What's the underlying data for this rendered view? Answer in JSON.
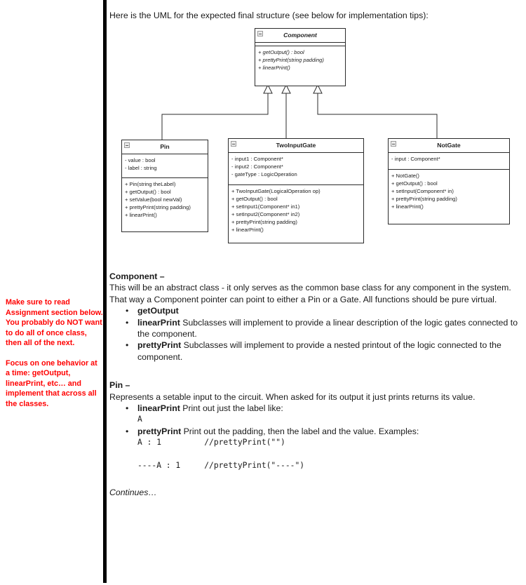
{
  "glyphs": {
    "bullet": "•",
    "collapse": "−"
  },
  "intro": "Here is the UML for the expected final structure (see below for implementation tips):",
  "margin_notes": {
    "color": "#FF0000",
    "note1": "Make sure to read Assignment section below. You probably do NOT want to do all of once class, then all of the next.",
    "note2": "Focus on one behavior at a time: getOutput, linearPrint, etc… and implement that across all the classes."
  },
  "uml": {
    "classes": [
      {
        "name": "Component",
        "attributes": [],
        "methods": [
          "+ getOutput() : bool",
          "+ prettyPrint(string padding)",
          "+ linearPrint()"
        ]
      },
      {
        "name": "Pin",
        "attributes": [
          "- value : bool",
          "- label : string"
        ],
        "methods": [
          "+ Pin(string theLabel)",
          "+ getOutput() : bool",
          "+ setValue(bool newVal)",
          "+ prettyPrint(string padding)",
          "+ linearPrint()"
        ]
      },
      {
        "name": "TwoInputGate",
        "attributes": [
          "- input1 : Component*",
          "- input2 : Component*",
          "- gateType : LogicOperation"
        ],
        "methods": [
          "+ TwoInputGate(LogicalOperation op)",
          "+ getOutput() : bool",
          "+ setInput1(Component* in1)",
          "+ setInput2(Component* in2)",
          "+ prettyPrint(string padding)",
          "+ linearPrint()"
        ]
      },
      {
        "name": "NotGate",
        "attributes": [
          "- input : Component*"
        ],
        "methods": [
          "+ NotGate()",
          "+ getOutput() : bool",
          "+ setInput(Component* in)",
          "+ prettyPrint(string padding)",
          "+ linearPrint()"
        ]
      }
    ]
  },
  "sections": {
    "component": {
      "heading": "Component –",
      "body": "This will be an abstract class - it only serves as the common base class for any component in the system. That way a Component pointer can point to either a Pin or a Gate. All functions should be pure virtual.",
      "bullets": [
        {
          "term": "getOutput",
          "rest": ""
        },
        {
          "term": "linearPrint",
          "rest": " Subclasses will implement to provide a linear description of the logic gates connected to the component."
        },
        {
          "term": "prettyPrint",
          "rest": " Subclasses will implement to provide a nested printout of the logic connected to the component."
        }
      ]
    },
    "pin": {
      "heading": "Pin –",
      "body": "Represents a setable input to the circuit. When asked for its output it just prints returns its value.",
      "bullets": [
        {
          "term": "linearPrint",
          "rest": " Print out just the label like:",
          "code0": "A"
        },
        {
          "term": "prettyPrint",
          "rest": " Print out the padding, then the label and the value. Examples:",
          "code0": "A : 1         //prettyPrint(\"\")",
          "code1": "----A : 1     //prettyPrint(\"----\")"
        }
      ]
    },
    "continues": "Continues…"
  }
}
